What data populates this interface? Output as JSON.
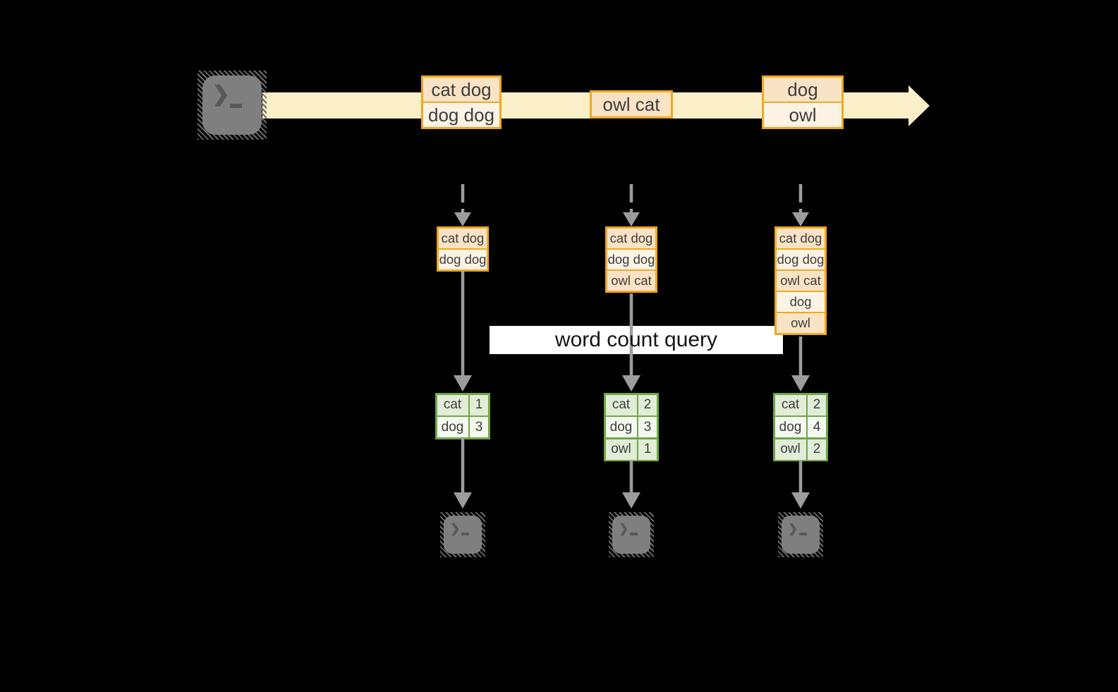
{
  "diagram": {
    "query_label": "word count query",
    "terminal_prompt": "❯",
    "icons": {
      "terminal_prompt": "❯",
      "source": "terminal-icon",
      "results": "terminal-icon"
    },
    "colors": {
      "background": "#000000",
      "stream_band": "#FAEFC9",
      "record_border": "#F0A81E",
      "record_fill_dark": "#FAE3C5",
      "record_fill_light": "#FDF3E5",
      "table_border": "#6FA846",
      "table_fill_dark": "#E2EDD8",
      "table_fill_light": "#F4F9F0",
      "arrow_gray": "#9C9C9C",
      "terminal_gray": "#7F7F7F",
      "label_background": "#FFFFFF",
      "text": "#3D3D3D"
    },
    "stream_records": [
      [
        "cat dog",
        "dog dog"
      ],
      [
        "owl cat"
      ],
      [
        "dog",
        "owl"
      ]
    ],
    "snapshots": [
      {
        "state": [
          "cat dog",
          "dog dog"
        ],
        "counts": [
          {
            "word": "cat",
            "count": "1"
          },
          {
            "word": "dog",
            "count": "3"
          }
        ]
      },
      {
        "state": [
          "cat dog",
          "dog dog",
          "owl cat"
        ],
        "counts": [
          {
            "word": "cat",
            "count": "2"
          },
          {
            "word": "dog",
            "count": "3"
          },
          {
            "word": "owl",
            "count": "1"
          }
        ]
      },
      {
        "state": [
          "cat dog",
          "dog dog",
          "owl cat",
          "dog",
          "owl"
        ],
        "counts": [
          {
            "word": "cat",
            "count": "2"
          },
          {
            "word": "dog",
            "count": "4"
          },
          {
            "word": "owl",
            "count": "2"
          }
        ]
      }
    ]
  }
}
